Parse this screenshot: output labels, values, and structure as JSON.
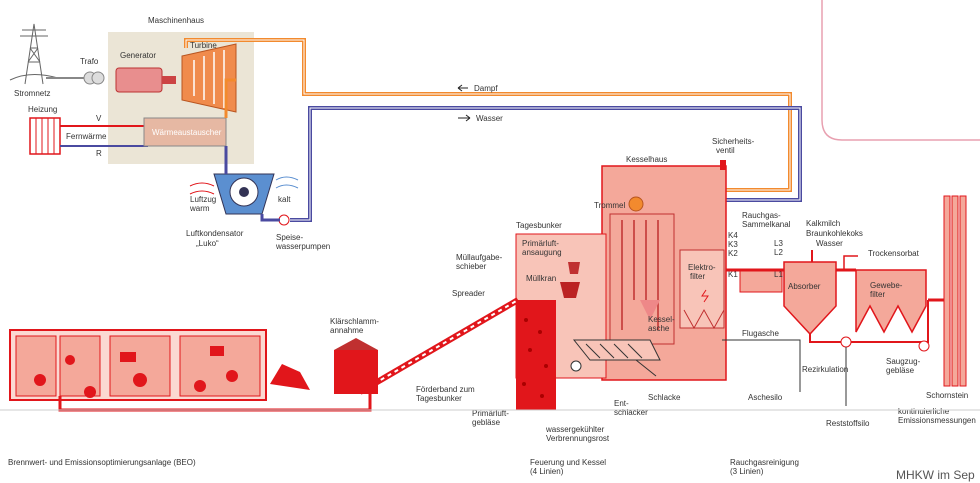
{
  "labels": {
    "maschinenhaus": "Maschinenhaus",
    "trafo": "Trafo",
    "generator": "Generator",
    "turbine": "Turbine",
    "stromnetz": "Stromnetz",
    "heizung": "Heizung",
    "v": "V",
    "fernwaerme": "Fernwärme",
    "r": "R",
    "waermeaustauscher": "Wärmeaustauscher",
    "luftzug": "Luftzug",
    "warm": "warm",
    "kalt": "kalt",
    "luftkondensator": "Luftkondensator",
    "luko": "„Luko“",
    "speise": "Speise-",
    "wasserpumpen": "wasserpumpen",
    "dampf": "Dampf",
    "wasser_arrow": "Wasser",
    "kesselhaus": "Kesselhaus",
    "sicherheits": "Sicherheits-",
    "ventil": "ventil",
    "trommel": "Trommel",
    "tagesbunker": "Tagesbunker",
    "primaerluft": "Primärluft-",
    "ansaugung": "ansaugung",
    "muellaufgabe": "Müllaufgabe-",
    "schieber": "schieber",
    "muellkran": "Müllkran",
    "spreader": "Spreader",
    "klaerschlamm": "Klärschlamm-",
    "annahme": "annahme",
    "kessel": "Kessel-",
    "asche": "asche",
    "elektro": "Elektro-",
    "filter": "filter",
    "rauchgas": "Rauchgas-",
    "sammelkanal": "Sammelkanal",
    "k4": "K4",
    "k3": "K3",
    "k2": "K2",
    "k1": "K1",
    "l3": "L3",
    "l2": "L2",
    "l1": "L1",
    "kalkmilch": "Kalkmilch",
    "braunkohlekoks": "Braunkohlekoks",
    "wasser_in": "Wasser",
    "trockensorbat": "Trockensorbat",
    "absorber": "Absorber",
    "gewebe": "Gewebe-",
    "filter2": "filter",
    "flugasche": "Flugasche",
    "rezirkulation": "Rezirkulation",
    "saugzug": "Saugzug-",
    "geblaese": "gebläse",
    "schornstein": "Schornstein",
    "reststoffsilo": "Reststoffsilo",
    "aschesilo": "Aschesilo",
    "schlacke": "Schlacke",
    "ent": "Ent-",
    "schlacker": "schlacker",
    "primaerluft2": "Primärluft-",
    "geblaese2": "gebläse",
    "wassergekuehlter": "wassergekühlter",
    "verbrennungsrost": "Verbrennungsrost",
    "foerderband": "Förderband zum",
    "tagesbunker2": "Tagesbunker",
    "kontinuierliche": "kontinuierliche",
    "emissionsmessungen": "Emissionsmessungen",
    "beo": "Brennwert- und Emissionsoptimierungsanlage (BEO)",
    "feuerung": "Feuerung und Kessel",
    "linien4": "(4 Linien)",
    "rauchgasreinigung": "Rauchgasreinigung",
    "linien3": "(3 Linien)",
    "caption": "MHKW im Sep"
  },
  "colors": {
    "steam": "#f28a2e",
    "water": "#4a4aa0",
    "red": "#e1161b",
    "salmon": "#f4a89a",
    "lightred": "#fbd9d2",
    "beige": "#ebe5d6",
    "gray": "#555555",
    "pink_frame": "#e8a0b0"
  }
}
